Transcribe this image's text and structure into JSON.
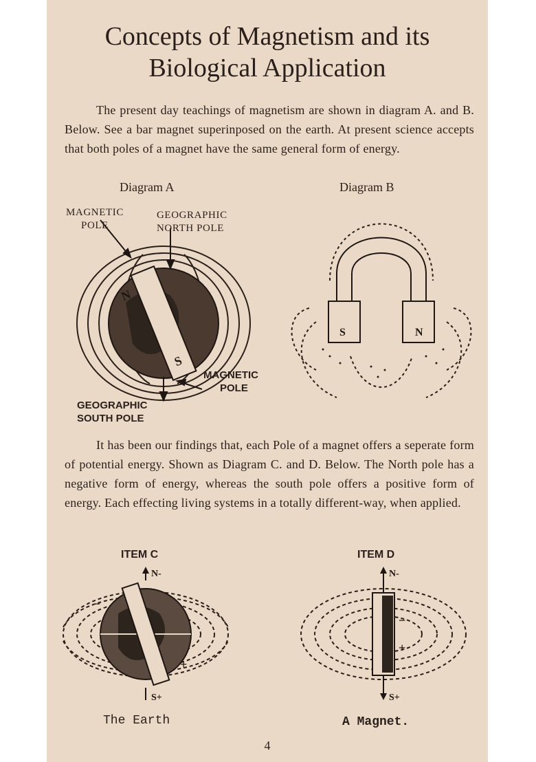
{
  "page": {
    "title_line1": "Concepts of Magnetism and its",
    "title_line2": "Biological Application",
    "paragraph1": "The present day teachings of magnetism are shown in diagram A. and B. Below. See a bar magnet superinposed on the earth. At present science accepts that both poles of a magnet have the same general form of energy.",
    "paragraph2": "It has been our findings that, each Pole of a magnet offers a seperate form of potential energy. Shown as Diagram C. and D. Below. The North pole has a negative form of energy, whereas the south pole offers a positive form of energy. Each effecting living systems in a totally different-way, when applied.",
    "page_number": "4"
  },
  "diagram_a": {
    "heading": "Diagram A",
    "label_magnetic_pole_1": "MAGNETIC",
    "label_magnetic_pole_2": "POLE",
    "label_geo_north_1": "GEOGRAPHIC",
    "label_geo_north_2": "NORTH POLE",
    "label_mag_pole_lower_1": "MAGNETIC",
    "label_mag_pole_lower_2": "POLE",
    "label_geo_south_1": "GEOGRAPHIC",
    "label_geo_south_2": "SOUTH POLE",
    "magnet_n": "N",
    "magnet_s": "S"
  },
  "diagram_b": {
    "heading": "Diagram B",
    "pole_left": "S",
    "pole_right": "N"
  },
  "item_c": {
    "heading": "ITEM C",
    "north_label": "N-",
    "south_label": "S+",
    "minus": "−",
    "plus": "+",
    "caption": "The Earth"
  },
  "item_d": {
    "heading": "ITEM D",
    "north_label": "N-",
    "south_label": "S+",
    "minus": "−",
    "plus": "+",
    "caption": "A Magnet."
  }
}
